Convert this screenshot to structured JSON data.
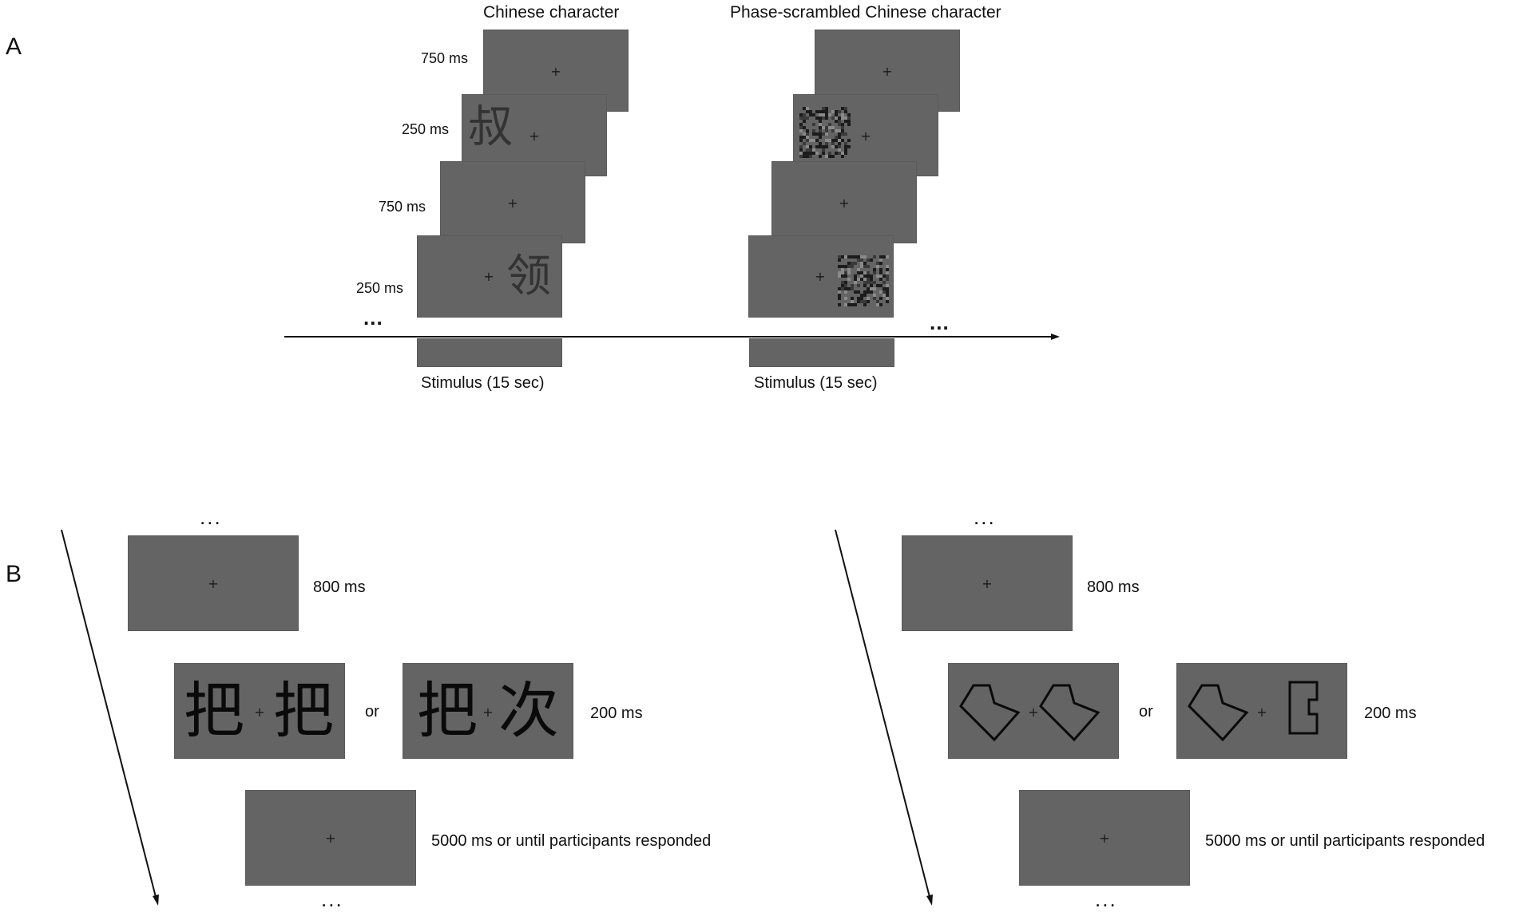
{
  "panel_a": {
    "letter": "A",
    "left": {
      "title": "Chinese character",
      "durations": [
        "750 ms",
        "250 ms",
        "750 ms",
        "250 ms"
      ],
      "characters": [
        "叔",
        "领"
      ],
      "fixation": "+",
      "ellipsis": "...",
      "stimulus_label": "Stimulus (15 sec)"
    },
    "right": {
      "title": "Phase-scrambled Chinese character",
      "fixation": "+",
      "ellipsis": "...",
      "stimulus_label": "Stimulus (15 sec)"
    }
  },
  "panel_b": {
    "letter": "B",
    "left": {
      "top_ellipsis": "...",
      "durations": [
        "800 ms",
        "200 ms",
        "5000 ms or until participants responded"
      ],
      "or_label": "or",
      "same_pair": [
        "把",
        "把"
      ],
      "diff_pair": [
        "把",
        "次"
      ],
      "fixation": "+",
      "bottom_ellipsis": "..."
    },
    "right": {
      "top_ellipsis": "...",
      "durations": [
        "800 ms",
        "200 ms",
        "5000 ms or until participants responded"
      ],
      "or_label": "or",
      "fixation": "+",
      "bottom_ellipsis": "..."
    }
  },
  "colors": {
    "screen": "#646464",
    "ink": "#111111"
  }
}
